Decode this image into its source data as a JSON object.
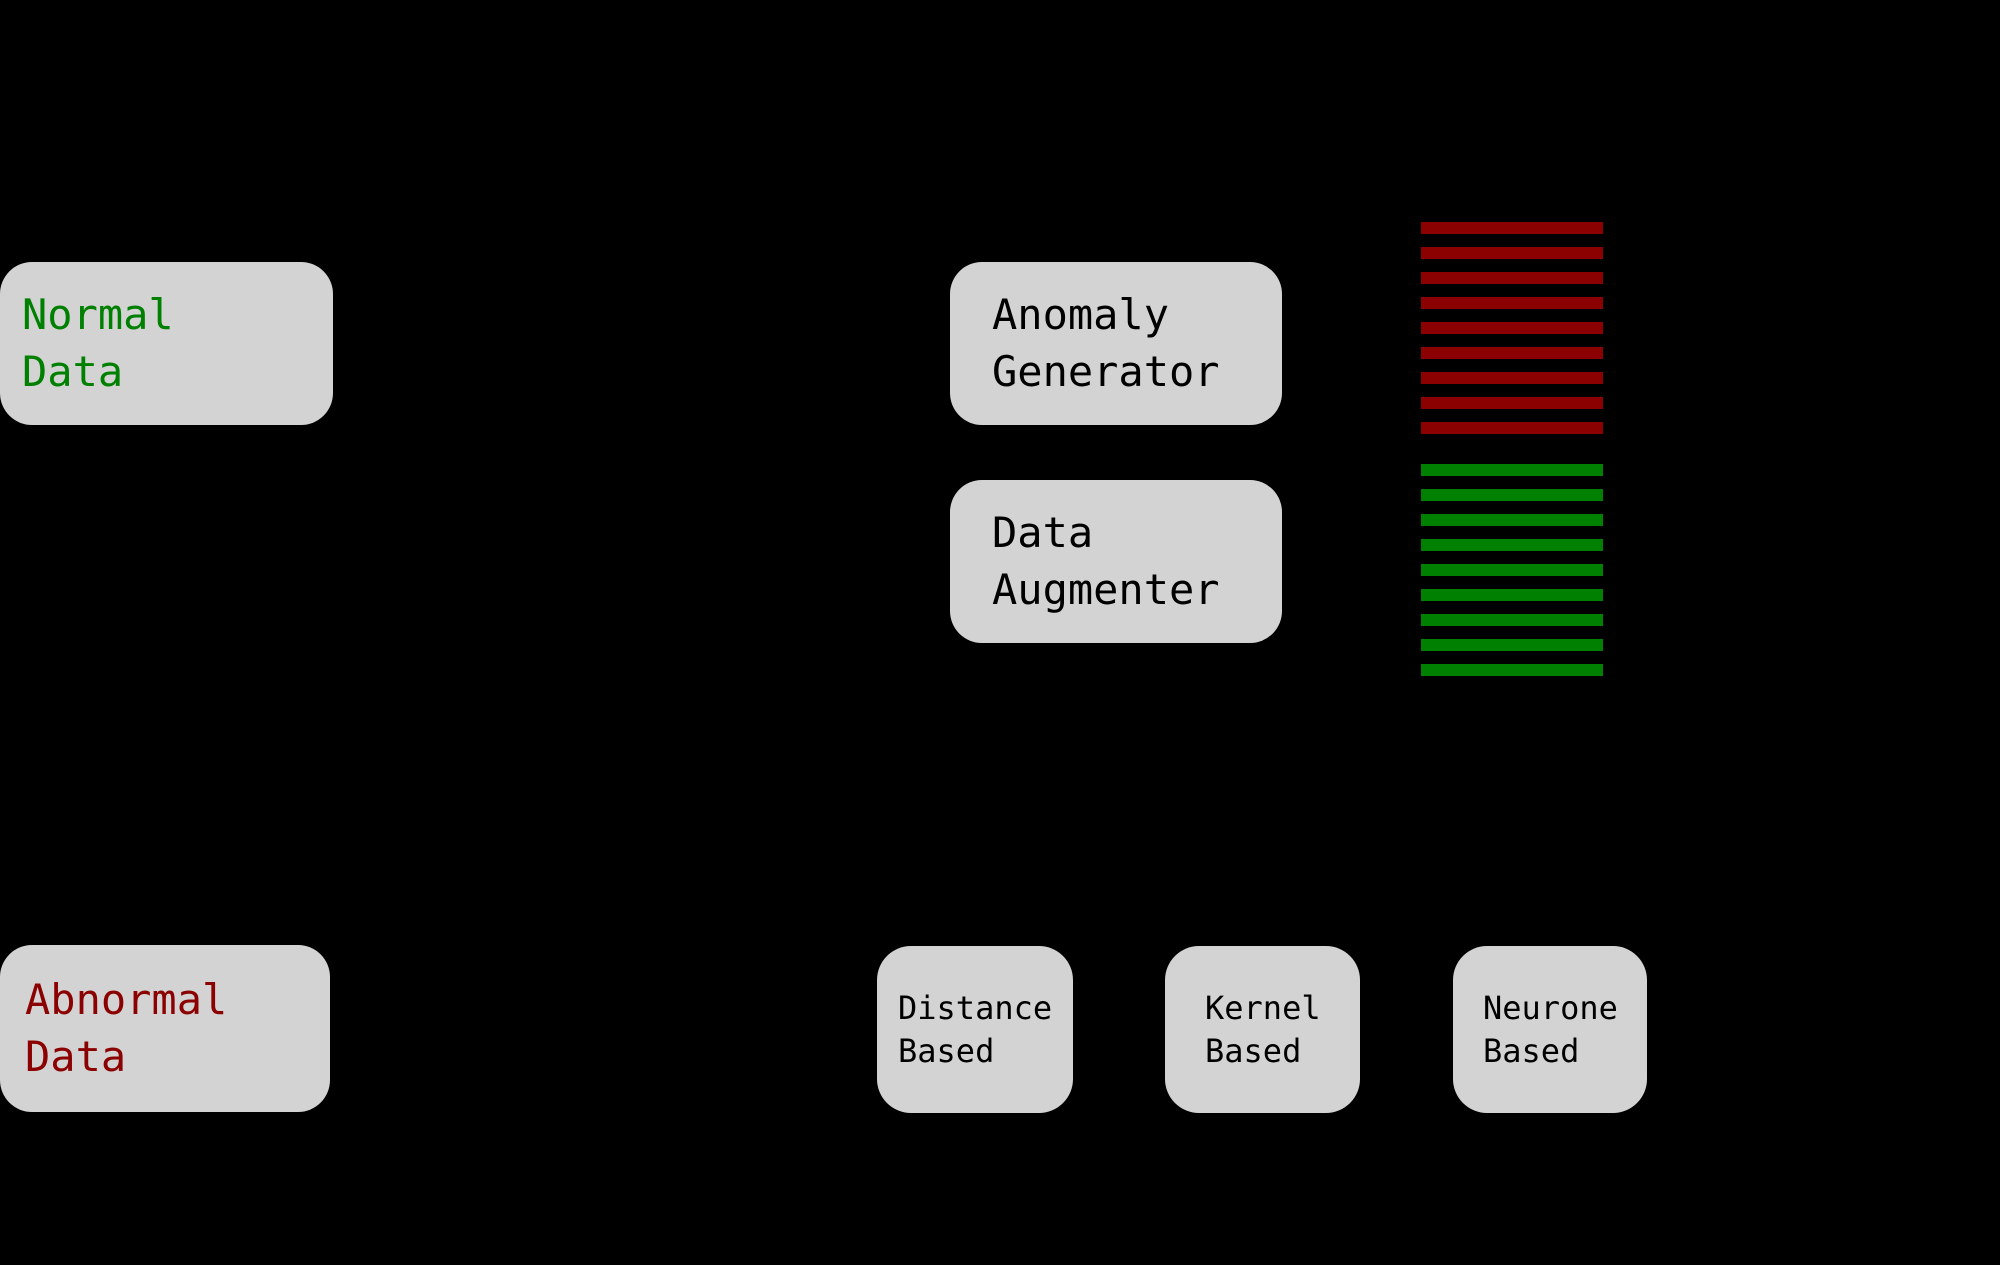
{
  "diagram": {
    "background_color": "#000000",
    "node_fill_color": "#d3d3d3",
    "nodes": {
      "normal_data": {
        "label": "Normal\nData",
        "text_color": "#008000"
      },
      "abnormal_data": {
        "label": "Abnormal\nData",
        "text_color": "#8b0000"
      },
      "anomaly_generator": {
        "label": "Anomaly\nGenerator",
        "text_color": "#000000"
      },
      "data_augmenter": {
        "label": "Data\nAugmenter",
        "text_color": "#000000"
      },
      "distance_based": {
        "label": "Distance\nBased",
        "text_color": "#000000"
      },
      "kernel_based": {
        "label": "Kernel\nBased",
        "text_color": "#000000"
      },
      "neurone_based": {
        "label": "Neurone\nBased",
        "text_color": "#000000"
      }
    },
    "stripe_stacks": [
      {
        "name": "anomaly-stripes",
        "color": "#8b0000",
        "count": 9
      },
      {
        "name": "normal-stripes",
        "color": "#008000",
        "count": 9
      }
    ]
  }
}
